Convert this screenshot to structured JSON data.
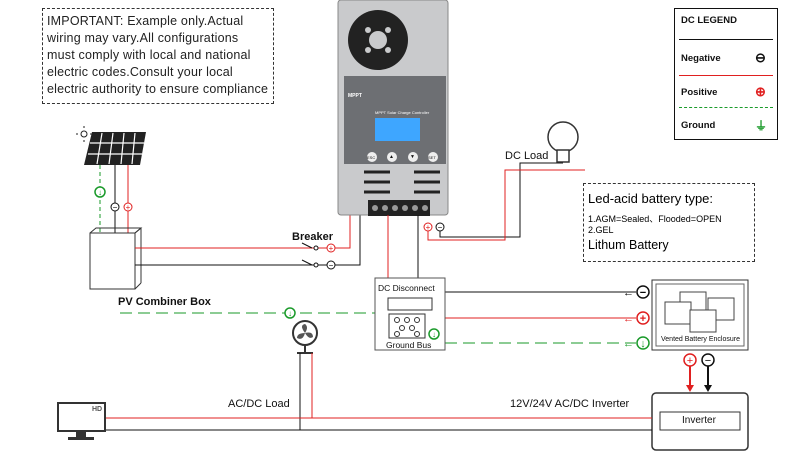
{
  "notice": {
    "text": "IMPORTANT: Example only.Actual wiring may vary.All configurations must comply with local and national electric codes.Consult your local electric authority to ensure compliance"
  },
  "legend": {
    "title": "DC LEGEND",
    "items": [
      {
        "label": "Negative",
        "symbol": "⊖",
        "color": "#111111"
      },
      {
        "label": "Positive",
        "symbol": "⊕",
        "color": "#e02020"
      },
      {
        "label": "Ground",
        "symbol": "⏚",
        "color": "#1a9a2a"
      }
    ]
  },
  "controller": {
    "brand": "MPPT",
    "subtitle": "MPPT Solar Charge Controller",
    "buttons": [
      "ESC",
      "▲",
      "▼",
      "SET"
    ]
  },
  "labels": {
    "dc_load": "DC Load",
    "breaker": "Breaker",
    "pv_combiner": "PV Combiner Box",
    "dc_disconnect": "DC Disconnect",
    "ground_bus": "Ground Bus",
    "battery_enclosure": "Vented Battery Enclosure",
    "ac_dc_load": "AC/DC Load",
    "inverter_line": "12V/24V AC/DC Inverter",
    "inverter": "Inverter",
    "monitor": "HD"
  },
  "battery_types": {
    "title": "Led-acid battery type:",
    "line1": "1.AGM=Sealed、Flooded=OPEN",
    "line2": "2.GEL",
    "line3": "Lithum Battery"
  },
  "colors": {
    "negative": "#111111",
    "positive": "#e02020",
    "ground": "#1a9a2a"
  }
}
